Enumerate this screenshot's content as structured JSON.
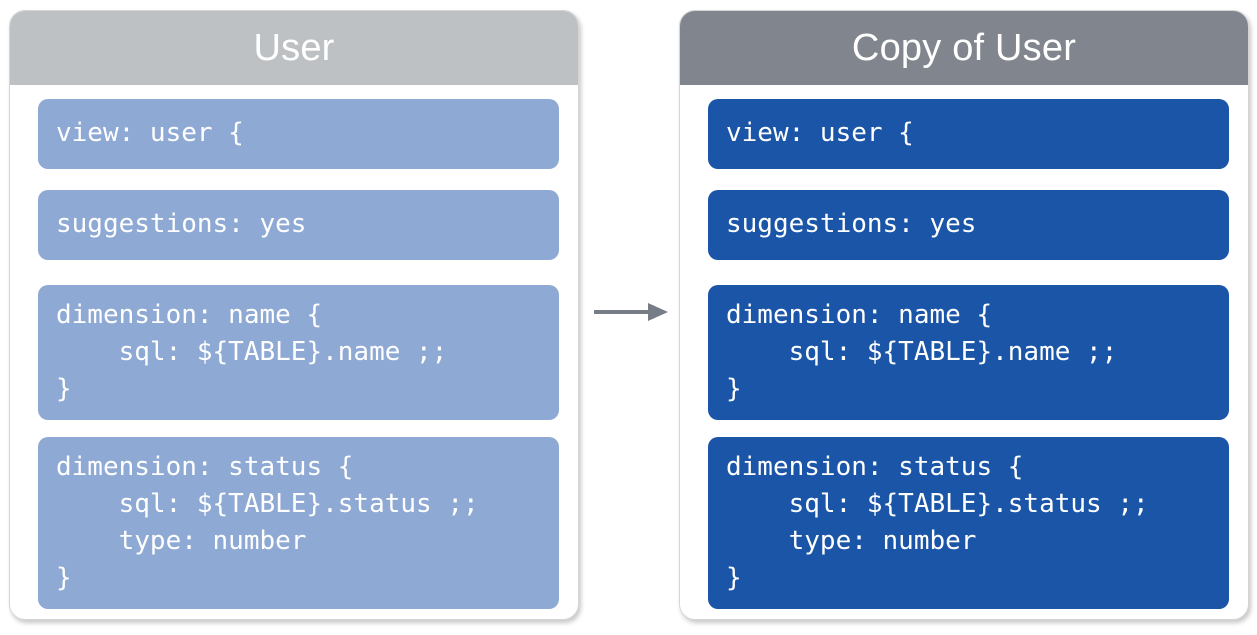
{
  "diagram": {
    "type": "before-after-copy",
    "connector": {
      "icon": "arrow-right-icon",
      "label": "",
      "color": "#767d87"
    }
  },
  "colors": {
    "source_header_bg": "#bec1c4",
    "copy_header_bg": "#80858e",
    "source_block_bg": "#8ea9d4",
    "copy_block_bg": "#1a55a8",
    "panel_bg": "#ffffff",
    "panel_border": "#d6d6d6",
    "code_text": "#ffffff",
    "title_text": "#ffffff",
    "arrow": "#767d87"
  },
  "panels": [
    {
      "id": "source",
      "title": "User",
      "blocks": [
        {
          "id": "view-declaration",
          "code": "view: user {"
        },
        {
          "id": "suggestions-setting",
          "code": "suggestions: yes"
        },
        {
          "id": "dimension-name",
          "code": "dimension: name {\n    sql: ${TABLE}.name ;;\n}"
        },
        {
          "id": "dimension-status",
          "code": "dimension: status {\n    sql: ${TABLE}.status ;;\n    type: number\n}"
        }
      ]
    },
    {
      "id": "copy",
      "title": "Copy of User",
      "blocks": [
        {
          "id": "view-declaration",
          "code": "view: user {"
        },
        {
          "id": "suggestions-setting",
          "code": "suggestions: yes"
        },
        {
          "id": "dimension-name",
          "code": "dimension: name {\n    sql: ${TABLE}.name ;;\n}"
        },
        {
          "id": "dimension-status",
          "code": "dimension: status {\n    sql: ${TABLE}.status ;;\n    type: number\n}"
        }
      ]
    }
  ]
}
